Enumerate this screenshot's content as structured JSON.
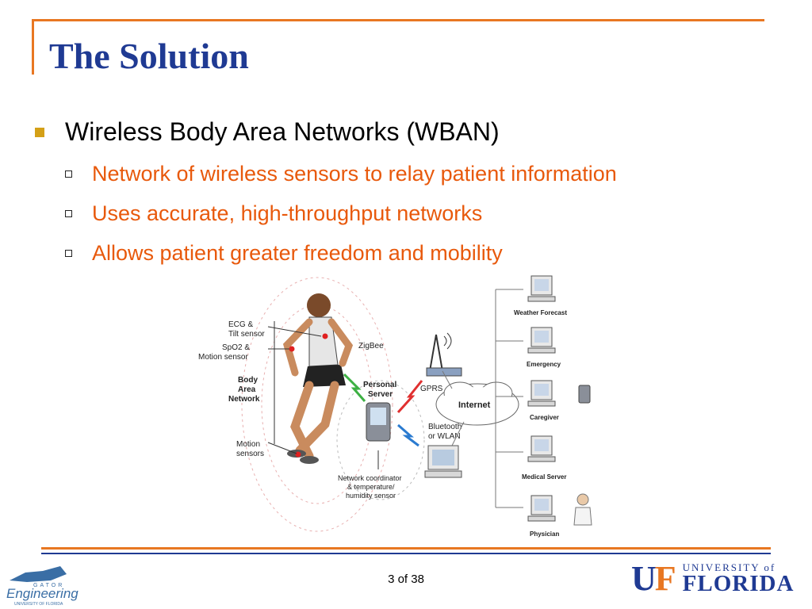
{
  "slide": {
    "title": "The Solution",
    "bullet": "Wireless Body Area Networks (WBAN)",
    "sub_bullets": [
      "Network of wireless sensors to relay patient information",
      "Uses accurate, high-throughput networks",
      "Allows patient greater freedom and mobility"
    ],
    "page": "3 of 38"
  },
  "diagram": {
    "labels": {
      "ecg": [
        "ECG &",
        "Tilt sensor"
      ],
      "spo2": [
        "SpO2 &",
        "Motion sensor"
      ],
      "ban": [
        "Body",
        "Area",
        "Network"
      ],
      "motion": [
        "Motion",
        "sensors"
      ],
      "zigbee": "ZigBee",
      "personal_server": [
        "Personal",
        "Server"
      ],
      "gprs": "GPRS",
      "bluetooth": [
        "Bluetooth",
        "or WLAN"
      ],
      "coordinator": [
        "Network coordinator",
        "& temperature/",
        "humidity sensor"
      ],
      "internet": "Internet",
      "weather": "Weather Forecast",
      "emergency": "Emergency",
      "caregiver": "Caregiver",
      "medical": "Medical Server",
      "physician": "Physician"
    }
  },
  "logos": {
    "left": [
      "GATOR",
      "Engineering",
      "UNIVERSITY OF FLORIDA"
    ],
    "right_mark": [
      "U",
      "F"
    ],
    "right_text": [
      "UNIVERSITY of",
      "FLORIDA"
    ]
  },
  "colors": {
    "title": "#1f3a93",
    "accent": "#e87722",
    "sub_text": "#e8590c",
    "bullet": "#d4a017"
  }
}
